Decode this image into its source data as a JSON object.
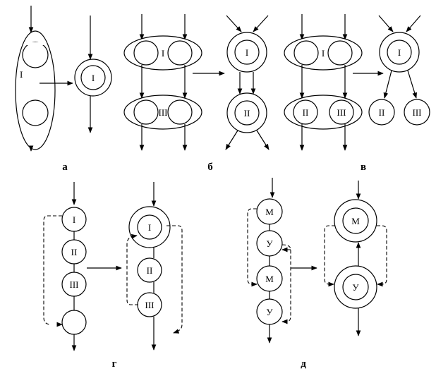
{
  "panels": {
    "a": {
      "label": "а",
      "left_group_label": "I",
      "merged_label": "I"
    },
    "b": {
      "label": "б",
      "group_top_label": "I",
      "group_bottom_label": "III",
      "merged_top": "I",
      "merged_bottom": "II"
    },
    "v": {
      "label": "в",
      "group_top_label": "I",
      "bottom_left": "II",
      "bottom_right": "III",
      "merged_top": "I",
      "merged_left": "II",
      "merged_right": "III"
    },
    "g": {
      "label": "г",
      "chain": [
        "I",
        "II",
        "III"
      ],
      "merged_top": "I",
      "merged_mid": "II",
      "merged_bottom": "III"
    },
    "d": {
      "label": "д",
      "chain": [
        "М",
        "У",
        "М",
        "У"
      ],
      "merged_top": "М",
      "merged_bottom": "У"
    }
  }
}
